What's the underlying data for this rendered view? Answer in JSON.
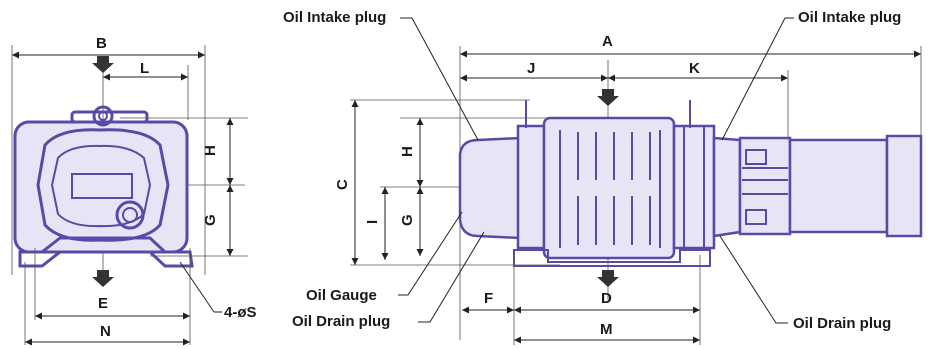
{
  "colors": {
    "outline": "#5a4aa8",
    "fill": "#e9e4f5",
    "line": "#222222",
    "arrow": "#333333"
  },
  "dimensions": {
    "A": "A",
    "B": "B",
    "C": "C",
    "D": "D",
    "E": "E",
    "F": "F",
    "G_left": "G",
    "G_right": "G",
    "H_left": "H",
    "H_right": "H",
    "I": "I",
    "J": "J",
    "K": "K",
    "L": "L",
    "M": "M",
    "N": "N",
    "holes": "4-øS"
  },
  "callouts": {
    "oil_intake_left": "Oil Intake plug",
    "oil_intake_right": "Oil Intake plug",
    "oil_gauge": "Oil Gauge",
    "oil_drain_left": "Oil Drain plug",
    "oil_drain_right": "Oil Drain plug"
  },
  "icons": {
    "flow_arrow": "down-arrow-icon"
  }
}
